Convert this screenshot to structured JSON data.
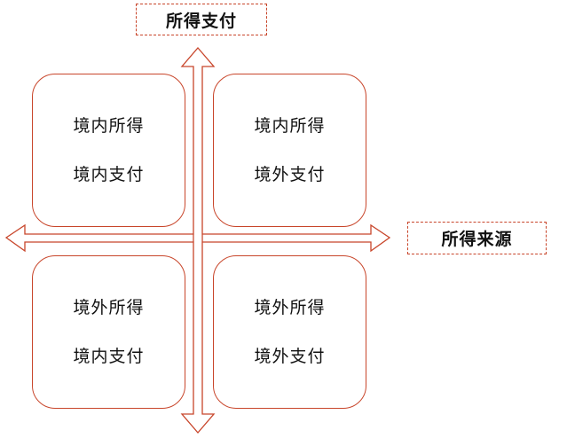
{
  "axis": {
    "vertical_label": "所得支付",
    "horizontal_label": "所得来源",
    "color": "#c8452a"
  },
  "quadrants": {
    "top_left": {
      "line1": "境内所得",
      "line2": "境内支付"
    },
    "top_right": {
      "line1": "境内所得",
      "line2": "境外支付"
    },
    "bottom_left": {
      "line1": "境外所得",
      "line2": "境内支付"
    },
    "bottom_right": {
      "line1": "境外所得",
      "line2": "境外支付"
    }
  }
}
